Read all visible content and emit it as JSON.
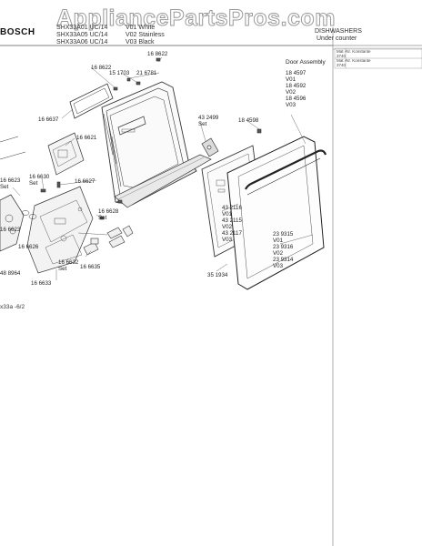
{
  "brand": "BOSCH",
  "watermark": "AppliancePartsPros.com",
  "header": {
    "models": [
      "SHX33A01 UC/14",
      "SHX33A05 UC/14",
      "SHX33A06 UC/14"
    ],
    "variants": [
      "V01 White",
      "V02 Stainless",
      "V03 Black"
    ],
    "category": "DISHWASHERS",
    "subcategory": "Under counter"
  },
  "table_text": [
    "Mat.-Nr.  Konstante",
    "      3740",
    "Mat.-Nr.  Konstante",
    "   3740"
  ],
  "section_title": "Door Assembly",
  "parts": [
    {
      "id": "p1",
      "text": "16 8622"
    },
    {
      "id": "p2",
      "text": "16 8622"
    },
    {
      "id": "p3",
      "text": "15 1703"
    },
    {
      "id": "p4",
      "text": "21 6781"
    },
    {
      "id": "p5",
      "text": "16 6637"
    },
    {
      "id": "p6",
      "text": "16 6621"
    },
    {
      "id": "p7",
      "text": "16 6627"
    },
    {
      "id": "p8",
      "text": "43 2499\nSet"
    },
    {
      "id": "p9",
      "text": "18 4598"
    },
    {
      "id": "p10",
      "text": "18 4597\nV01\n18 4592\nV02\n18 4596\nV03"
    },
    {
      "id": "p11",
      "text": "16 6623\nSet"
    },
    {
      "id": "p12",
      "text": "16 6630\nSet"
    },
    {
      "id": "p13",
      "text": "16 6623"
    },
    {
      "id": "p14",
      "text": "16 6626"
    },
    {
      "id": "p15",
      "text": "16 6628\nSet"
    },
    {
      "id": "p16",
      "text": "43 2116\nV01\n43 2115\nV02\n43 2117\nV03"
    },
    {
      "id": "p17",
      "text": "23 9315\nV01\n23 9316\nV02\n23 9314\nV03"
    },
    {
      "id": "p18",
      "text": "48 8964"
    },
    {
      "id": "p19",
      "text": "16 6632\nSet"
    },
    {
      "id": "p20",
      "text": "16 6635"
    },
    {
      "id": "p21",
      "text": "16 6633"
    },
    {
      "id": "p22",
      "text": "35 1934"
    }
  ],
  "footer": "x33a  -6/2"
}
